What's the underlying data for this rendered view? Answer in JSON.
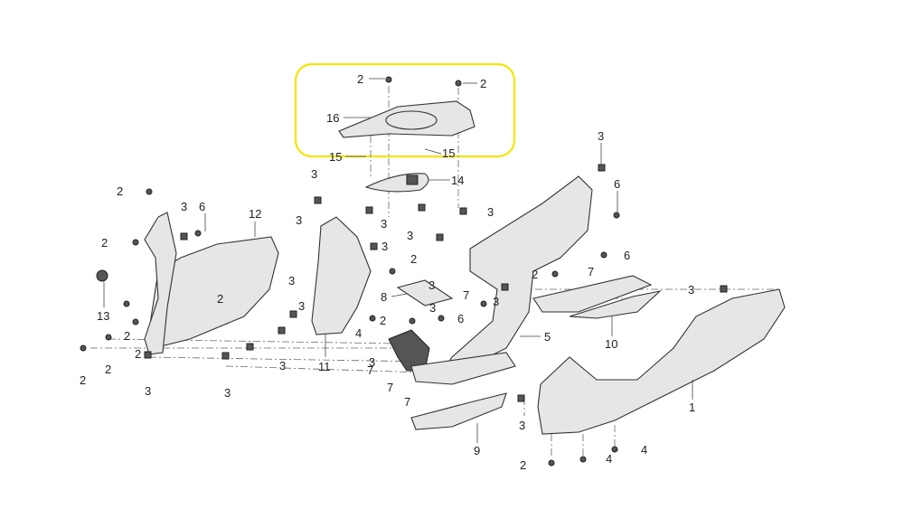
{
  "diagram": {
    "highlight_color": "#f2e600",
    "labels": [
      "2",
      "2",
      "16",
      "15",
      "15",
      "14",
      "3",
      "6",
      "3",
      "3",
      "3",
      "3",
      "3",
      "3",
      "2",
      "3",
      "3",
      "8",
      "7",
      "3",
      "2",
      "7",
      "6",
      "3",
      "10",
      "5",
      "6",
      "2",
      "4",
      "7",
      "7",
      "7",
      "3",
      "9",
      "4",
      "4",
      "2",
      "1",
      "11",
      "3",
      "3",
      "3",
      "2",
      "2",
      "2",
      "2",
      "13",
      "2",
      "12",
      "2",
      "2",
      "3",
      "6",
      "3",
      "3",
      "3"
    ]
  }
}
